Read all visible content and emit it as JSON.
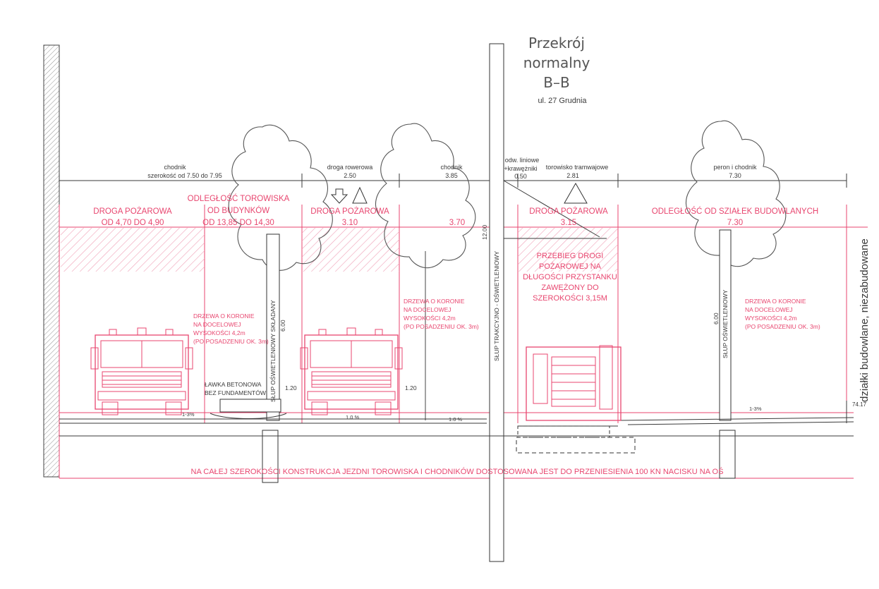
{
  "title": {
    "line1": "Przekrój",
    "line2": "normalny",
    "line3": "B–B",
    "street": "ul. 27 Grudnia"
  },
  "dimension_labels": {
    "sidewalk_left_1": "chodnik",
    "sidewalk_left_2": "szerokość od 7.50 do 7.95",
    "bike_path_1": "droga rowerowa",
    "bike_path_2": "2.50",
    "sidewalk_mid_1": "chodnik",
    "sidewalk_mid_2": "3.85",
    "curb_1": "odw. liniowe",
    "curb_2": "+krawężniki",
    "curb_3": "0.50",
    "tramway_1": "torowisko tramwajowe",
    "tramway_2": "2.81",
    "platform_1": "peron i chodnik",
    "platform_2": "7.30"
  },
  "zone_labels": {
    "fire_road_1_line1": "DROGA POŻAROWA",
    "fire_road_1_line2": "OD 4,70 DO 4,90",
    "track_distance_line1": "ODLEGŁOŚĆ TOROWISKA",
    "track_distance_line2": "OD BUDYNKÓW",
    "track_distance_line3": "OD 13,85 DO 14,30",
    "fire_road_2_line1": "DROGA POŻAROWA",
    "fire_road_2_line2": "3.10",
    "width_370": "3.70",
    "fire_road_3_line1": "DROGA POŻAROWA",
    "fire_road_3_line2": "3.15",
    "plots_distance_line1": "ODLEGŁOŚĆ OD SZIAŁEK BUDOWLANYCH",
    "plots_distance_line2": "7.30"
  },
  "notes": {
    "tree_note_a": [
      "DRZEWA O KORONIE",
      "NA DOCELOWEJ",
      "WYSOKOŚCI 4,2m",
      "(PO POSADZENIU OK. 3m)"
    ],
    "tree_note_b": [
      "DRZEWA O KORONIE",
      "NA DOCELOWEJ",
      "WYSOKOŚCI 4,2m",
      "(PO POSADZENIU OK. 3m)"
    ],
    "tree_note_c": [
      "DRZEWA O KORONIE",
      "NA DOCELOWEJ",
      "WYSOKOŚCI 4,2m",
      "(PO POSADZENIU OK. 3m)"
    ],
    "fire_route_stop": [
      "PRZEBIEG DROGI",
      "POŻAROWEJ NA",
      "DŁUGOŚCI PRZYSTANKU",
      "ZAWĘŻONY DO",
      "SZEROKOŚCI 3,15M"
    ],
    "bench": [
      "ŁAWKA BETONOWA",
      "BEZ FUNDAMENTÓW"
    ],
    "pole_folding": "SŁUP OŚWIETLENIOWY SKŁADANY",
    "pole_traction": "SŁUP TRAKCYJNO - OŚWIETLENIOWY",
    "pole_lighting": "SŁUP OŚWIETLENIOWY",
    "footer": "NA CAŁEJ SZEROKOŚCI KONSTRUKCJA JEZDNI TOROWISKA I CHODNIKÓW DOSTOSOWANA JEST DO PRZENIESIENIA 100 KN NACISKU NA OŚ",
    "side_text": "działki budowlane, niezabudowane"
  },
  "measures": {
    "pole_height_a": "6.00",
    "pole_height_b": "12.00",
    "pole_height_c": "6.00",
    "offset_a": "1.20",
    "offset_b": "1.20",
    "slope_a": "1-3%",
    "slope_b": "1.0 %",
    "slope_c": "1.0 %",
    "slope_d": "1-3%",
    "elevation": "74.17"
  },
  "colors": {
    "annotation": "#e8466f",
    "linework": "#3a3a3a",
    "hatch": "#f0a0b6"
  }
}
